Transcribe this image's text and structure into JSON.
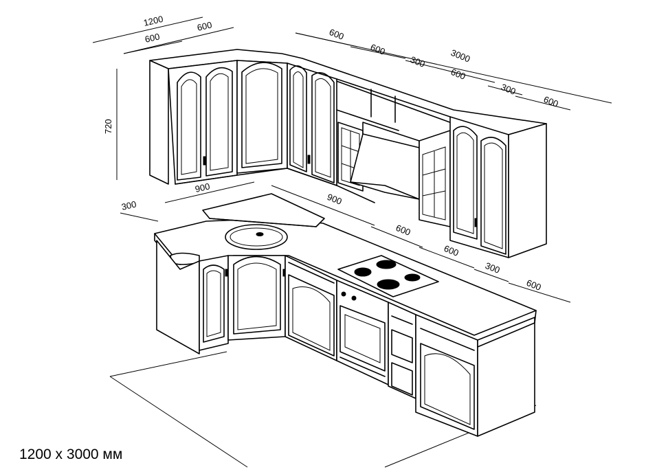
{
  "caption": "1200 x 3000 мм",
  "dimensions": {
    "top_left_total": "1200",
    "top_left_a": "600",
    "top_left_b": "600",
    "top_right_total": "3000",
    "top_right_a": "600",
    "top_right_b": "600",
    "top_right_c": "300",
    "top_right_d": "600",
    "top_right_e": "300",
    "top_right_f": "600",
    "height": "720",
    "base_left_total": "900",
    "base_left_small": "300",
    "base_right_total": "900",
    "base_right_a": "600",
    "base_right_b": "600",
    "base_right_c": "300",
    "base_right_d": "600"
  }
}
